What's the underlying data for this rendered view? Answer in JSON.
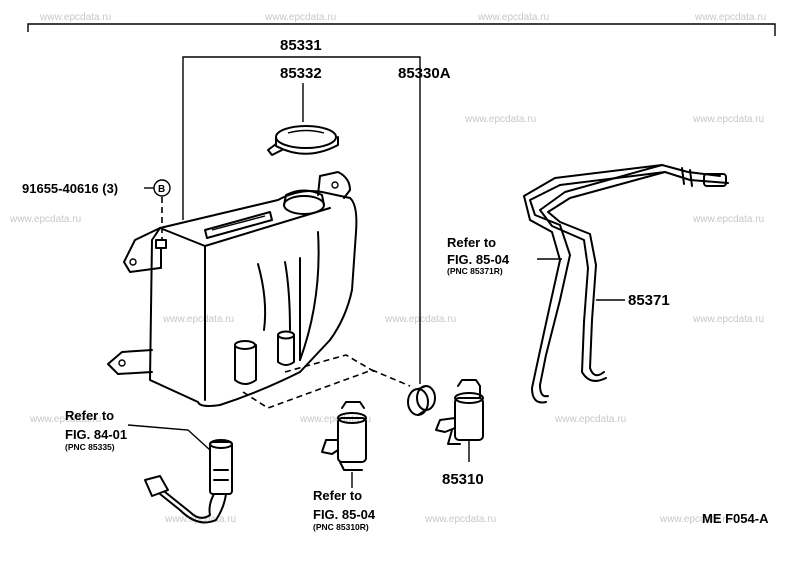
{
  "watermark": "www.epcdata.ru",
  "parts": {
    "p85331": "85331",
    "p85332": "85332",
    "p85330a": "85330A",
    "p91655": "91655-40616 (3)",
    "p91655_marker": "B",
    "p85371": "85371",
    "p85310": "85310"
  },
  "refs": {
    "ref_a": {
      "line1": "Refer to",
      "line2": "FIG. 85-04",
      "pnc": "(PNC 85371R)"
    },
    "ref_b": {
      "line1": "Refer to",
      "line2": "FIG. 84-01",
      "pnc": "(PNC 85335)"
    },
    "ref_c": {
      "line1": "Refer to",
      "line2": "FIG. 85-04",
      "pnc": "(PNC 85310R)"
    }
  },
  "figure_code": "ME F054-A"
}
